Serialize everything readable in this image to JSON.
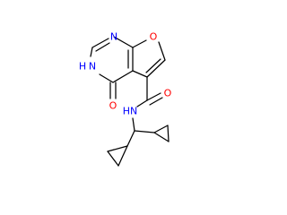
{
  "structure": {
    "atoms": [
      {
        "id": "n_pyr",
        "text": "N",
        "color": "#0000ff"
      },
      {
        "id": "o_ring",
        "text": "O",
        "color": "#ff0000"
      },
      {
        "id": "n_h",
        "text": "N",
        "color": "#0000ff"
      },
      {
        "id": "h_on_n",
        "text": "H",
        "color": "#0000ff"
      },
      {
        "id": "o_keto",
        "text": "O",
        "color": "#ff0000"
      },
      {
        "id": "o_amide",
        "text": "O",
        "color": "#ff0000"
      },
      {
        "id": "nh_amide",
        "text": "HN",
        "color": "#0000ff"
      }
    ]
  }
}
